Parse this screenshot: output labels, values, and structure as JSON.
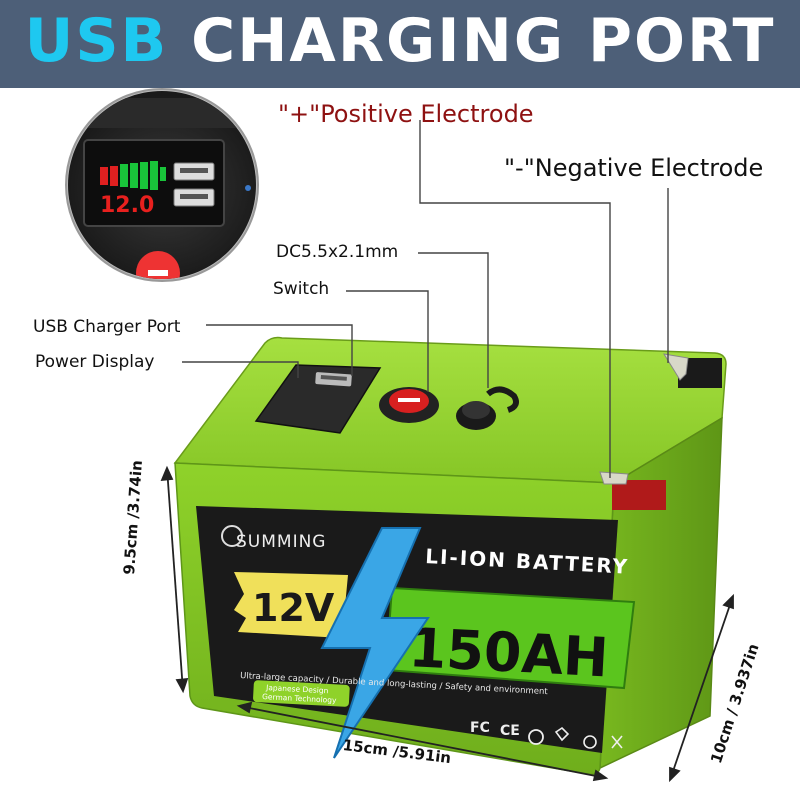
{
  "header": {
    "title_accent": "USB",
    "title_rest": " CHARGING PORT",
    "background_color": "#4d5f78",
    "accent_color": "#1ec8f0"
  },
  "callouts": {
    "positive": "\"+\"Positive Electrode",
    "negative": "\"-\"Negative Electrode",
    "dc": "DC5.5x2.1mm",
    "switch": "Switch",
    "usb": "USB Charger Port",
    "power": "Power Display"
  },
  "inset": {
    "display_reading": "12.0"
  },
  "battery": {
    "brand": "SUMMING",
    "type": "LI-ION BATTERY",
    "voltage": "12V",
    "capacity": "150AH",
    "tagline": "Ultra-large capacity / Durable and long-lasting / Safety and environment",
    "badge_line1": "Japanese Design",
    "badge_line2": "German Technology",
    "certifications": [
      "FC",
      "CE"
    ],
    "case_color": "#8fd22a",
    "capacity_color": "#5bc51e",
    "voltage_color": "#f0e05a",
    "bolt_color": "#3aa6e6"
  },
  "dimensions": {
    "height": "9.5cm /3.74in",
    "length": "15cm /5.91in",
    "width": "10cm / 3.937in"
  }
}
